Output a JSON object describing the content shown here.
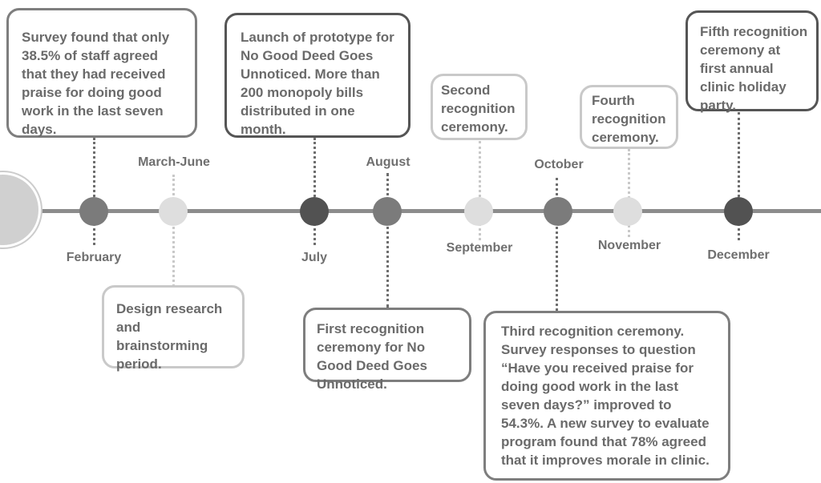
{
  "months": {
    "february": "February",
    "march_june": "March-June",
    "july": "July",
    "august": "August",
    "september": "September",
    "october": "October",
    "november": "November",
    "december": "December"
  },
  "events": {
    "february": "Survey found that only 38.5% of staff agreed that they had received praise for doing good work in the last seven days.",
    "march_june": "Design research and brainstorming period.",
    "july": "Launch of prototype for No Good Deed Goes Unnoticed. More than 200 monopoly bills distributed in one month.",
    "august": "First recognition ceremony for No Good Deed Goes Unnoticed.",
    "september": "Second recognition ceremony.",
    "october": "Third recognition ceremony. Survey responses to question “Have you received praise for doing good work in the last seven days?” improved to 54.3%. A new survey to evaluate program found that 78% agreed that it improves morale in clinic.",
    "november": "Fourth recognition ceremony.",
    "december": "Fifth recognition ceremony at first annual clinic holiday party."
  }
}
